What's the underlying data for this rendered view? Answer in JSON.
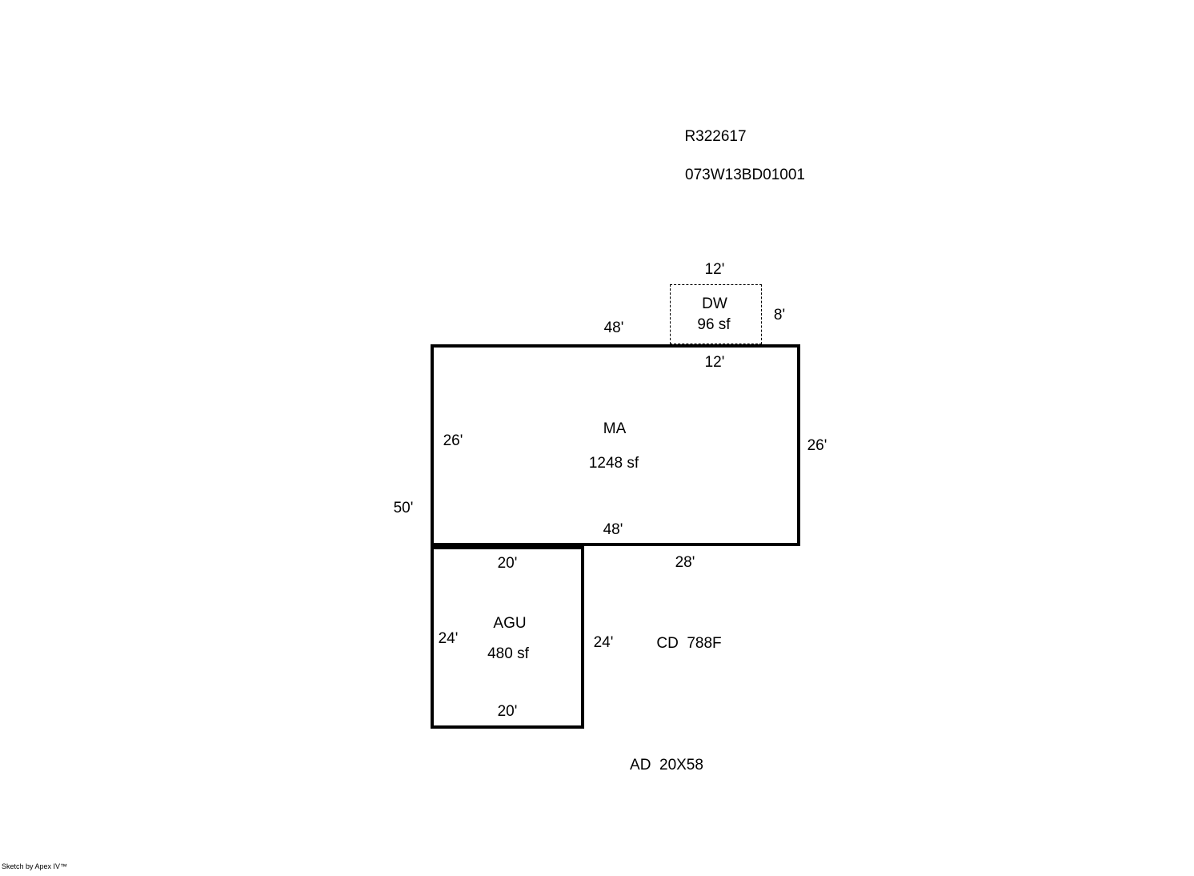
{
  "header": {
    "record_id": "R322617",
    "parcel_id": "073W13BD01001"
  },
  "dw": {
    "label": "DW",
    "area": "96 sf",
    "dim_top": "12'",
    "dim_right": "8'",
    "dim_bottom": "12'"
  },
  "ma": {
    "label": "MA",
    "area": "1248 sf",
    "dim_top": "48'",
    "dim_left": "26'",
    "dim_right": "26'",
    "dim_bottom": "48'",
    "dim_left_outer": "50'",
    "dim_bottom_outer": "28'"
  },
  "agu": {
    "label": "AGU",
    "area": "480 sf",
    "dim_top": "20'",
    "dim_left": "24'",
    "dim_right": "24'",
    "dim_bottom": "20'"
  },
  "notes": {
    "cd": "CD  788F",
    "ad": "AD  20X58"
  },
  "footer": {
    "credit": "Sketch by Apex IV™"
  }
}
